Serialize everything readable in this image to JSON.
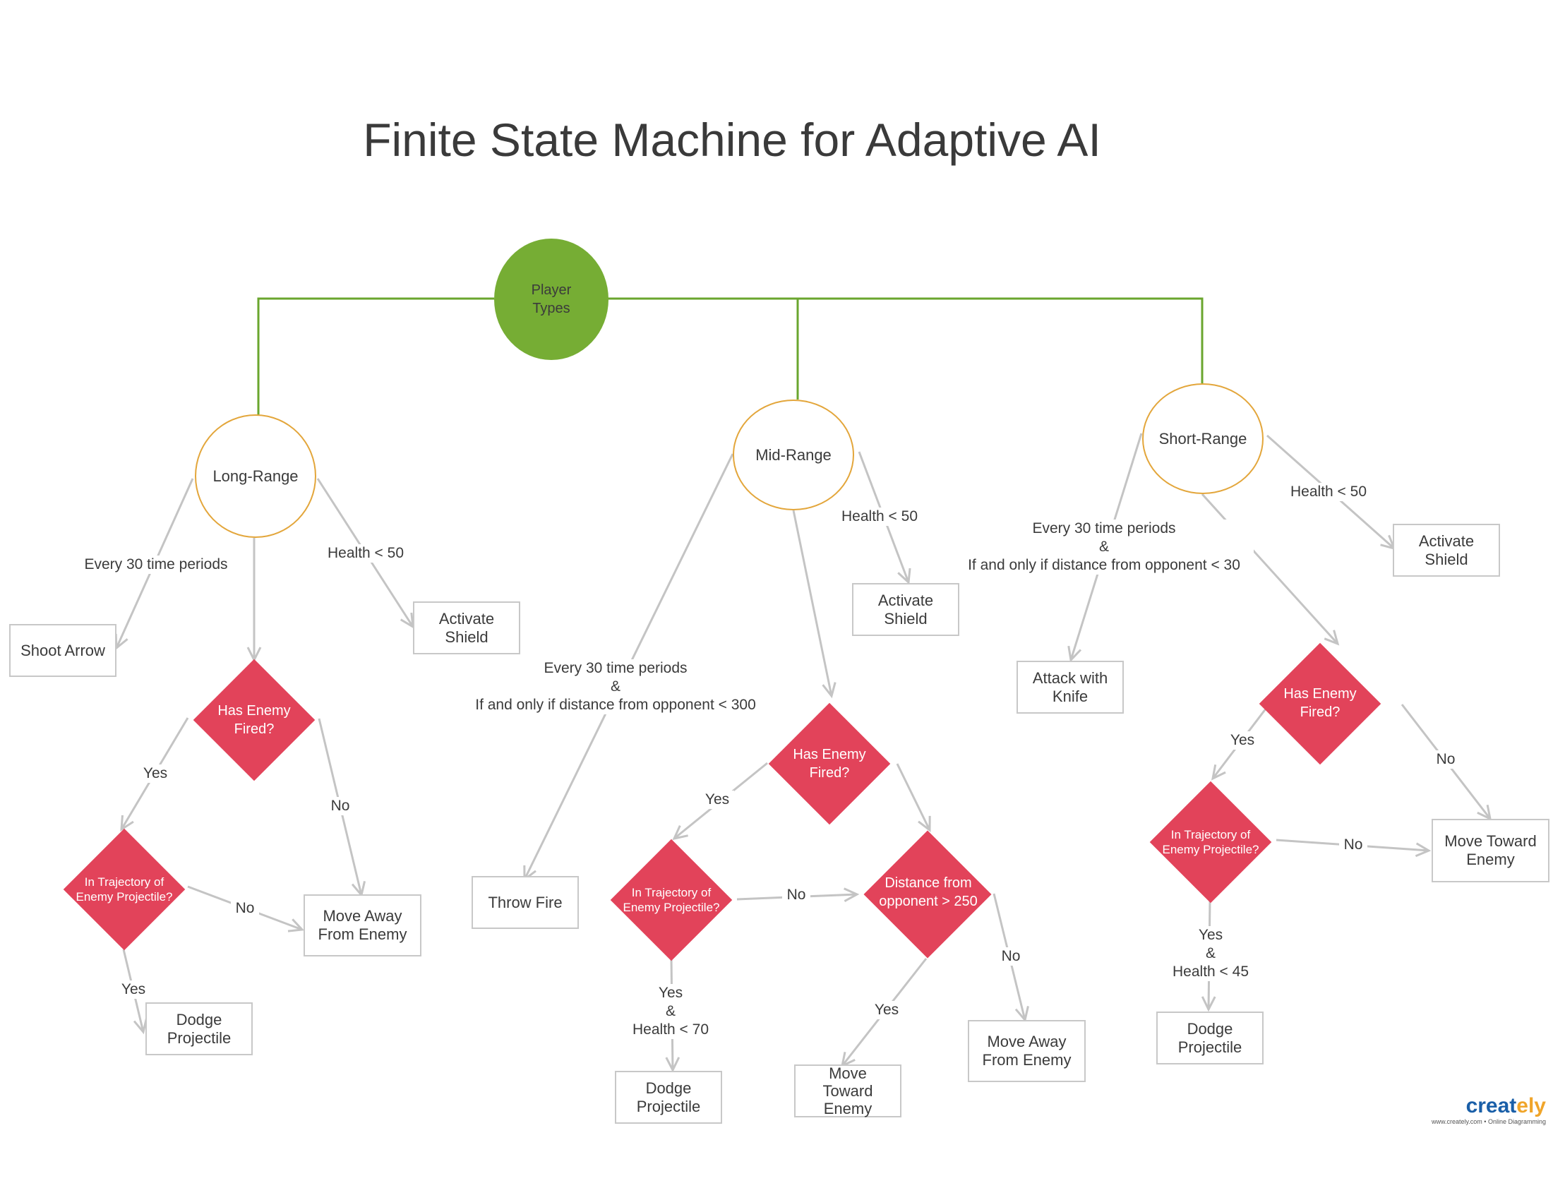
{
  "title": "Finite State Machine for Adaptive AI",
  "root": {
    "label": "Player\nTypes"
  },
  "long_range": {
    "label": "Long-Range",
    "edge_every": "Every 30 time periods",
    "edge_health": "Health < 50",
    "shoot_arrow": "Shoot Arrow",
    "activate_shield": "Activate\nShield",
    "has_enemy_fired": "Has Enemy\nFired?",
    "edge_yes": "Yes",
    "edge_no": "No",
    "in_trajectory": "In Trajectory of\nEnemy Projectile?",
    "edge_traj_no": "No",
    "edge_traj_yes": "Yes",
    "move_away": "Move Away\nFrom Enemy",
    "dodge": "Dodge\nProjectile"
  },
  "mid_range": {
    "label": "Mid-Range",
    "edge_health": "Health < 50",
    "activate_shield": "Activate\nShield",
    "edge_every": "Every 30 time periods\n&\nIf and only if distance from opponent < 300",
    "throw_fire": "Throw Fire",
    "has_enemy_fired": "Has Enemy\nFired?",
    "edge_yes": "Yes",
    "in_trajectory": "In Trajectory of\nEnemy Projectile?",
    "edge_traj_no": "No",
    "distance": "Distance from\nopponent > 250",
    "edge_traj_yes": "Yes\n&\nHealth < 70",
    "dodge": "Dodge\nProjectile",
    "edge_dist_yes": "Yes",
    "move_toward": "Move\nToward\nEnemy",
    "edge_dist_no": "No",
    "move_away": "Move Away\nFrom Enemy"
  },
  "short_range": {
    "label": "Short-Range",
    "edge_health": "Health < 50",
    "activate_shield": "Activate\nShield",
    "edge_every": "Every 30 time periods\n&\nIf and only if distance from opponent < 30",
    "attack_knife": "Attack with\nKnife",
    "has_enemy_fired": "Has Enemy\nFired?",
    "edge_yes": "Yes",
    "edge_no": "No",
    "in_trajectory": "In Trajectory of\nEnemy Projectile?",
    "edge_traj_no": "No",
    "move_toward": "Move Toward\nEnemy",
    "edge_traj_yes": "Yes\n&\nHealth < 45",
    "dodge": "Dodge\nProjectile"
  },
  "logo": {
    "brand_a": "creat",
    "brand_b": "ely",
    "tagline": "www.creately.com • Online Diagramming"
  },
  "colors": {
    "root": "#76ad34",
    "decision": "#e2435a",
    "state_border": "#e3a63b",
    "connector": "#c4c4c4",
    "tree_line": "#6aa62e"
  }
}
